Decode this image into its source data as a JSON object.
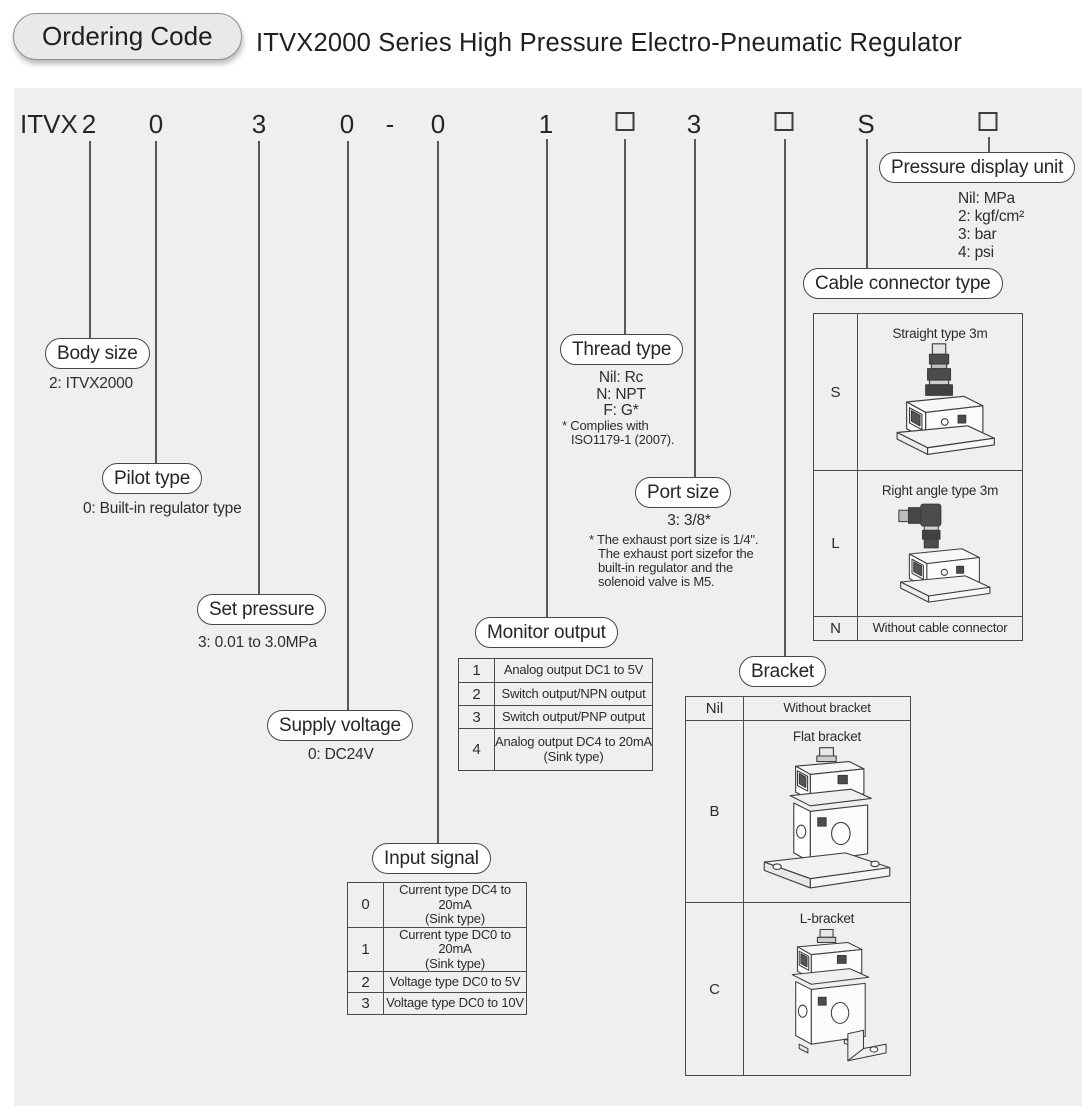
{
  "colors": {
    "panel_bg": "#efefef",
    "line": "#4a4a4a",
    "text": "#2b2b2b",
    "badge_bg": "#e9e9e9"
  },
  "header": {
    "badge": "Ordering Code",
    "title": "ITVX2000 Series High Pressure Electro-Pneumatic Regulator"
  },
  "code": {
    "prefix": "ITVX",
    "body_size": "2",
    "pilot_type": "0",
    "set_pressure": "3",
    "supply_voltage": "0",
    "hyphen": "-",
    "input_signal": "0",
    "monitor_output": "1",
    "port_size": "3",
    "cable_connector": "S"
  },
  "callouts": {
    "body_size": {
      "label": "Body size",
      "value": "2: ITVX2000"
    },
    "pilot_type": {
      "label": "Pilot type",
      "value": "0: Built-in regulator type"
    },
    "set_pressure": {
      "label": "Set pressure",
      "value": "3: 0.01 to 3.0MPa"
    },
    "supply_voltage": {
      "label": "Supply voltage",
      "value": "0: DC24V"
    },
    "input_signal": {
      "label": "Input signal"
    },
    "monitor_output": {
      "label": "Monitor output"
    },
    "thread_type": {
      "label": "Thread type",
      "options": {
        "o1": "Nil: Rc",
        "o2": "N: NPT",
        "o3": "F: G*"
      },
      "note": {
        "l1": "* Complies with",
        "l2": "ISO1179-1 (2007)."
      }
    },
    "port_size": {
      "label": "Port size",
      "value": "3: 3/8*",
      "note": {
        "l1": "* The exhaust port size is 1/4\".",
        "l2": "The exhaust port sizefor the",
        "l3": "built-in regulator and the",
        "l4": "solenoid valve is M5."
      }
    },
    "bracket": {
      "label": "Bracket"
    },
    "cable_connector": {
      "label": "Cable connector type"
    },
    "pressure_display": {
      "label": "Pressure display unit",
      "options": {
        "o1": "Nil: MPa",
        "o2": "2: kgf/cm²",
        "o3": "3: bar",
        "o4": "4: psi"
      }
    }
  },
  "tables": {
    "monitor_output": {
      "rows": [
        {
          "code": "1",
          "desc": "Analog output DC1 to 5V"
        },
        {
          "code": "2",
          "desc": "Switch output/NPN output"
        },
        {
          "code": "3",
          "desc": "Switch output/PNP output"
        },
        {
          "code": "4",
          "desc": "Analog output DC4 to 20mA",
          "desc2": "(Sink type)"
        }
      ]
    },
    "input_signal": {
      "rows": [
        {
          "code": "0",
          "desc": "Current type DC4 to 20mA",
          "desc2": "(Sink type)"
        },
        {
          "code": "1",
          "desc": "Current type DC0 to 20mA",
          "desc2": "(Sink type)"
        },
        {
          "code": "2",
          "desc": "Voltage type DC0 to 5V"
        },
        {
          "code": "3",
          "desc": "Voltage type DC0 to 10V"
        }
      ]
    },
    "bracket": {
      "rows": [
        {
          "code": "Nil",
          "desc": "Without bracket"
        },
        {
          "code": "B",
          "desc": "Flat bracket"
        },
        {
          "code": "C",
          "desc": "L-bracket"
        }
      ]
    },
    "cable_connector": {
      "rows": [
        {
          "code": "S",
          "desc": "Straight type 3m"
        },
        {
          "code": "L",
          "desc": "Right angle type 3m"
        },
        {
          "code": "N",
          "desc": "Without cable connector"
        }
      ]
    }
  }
}
